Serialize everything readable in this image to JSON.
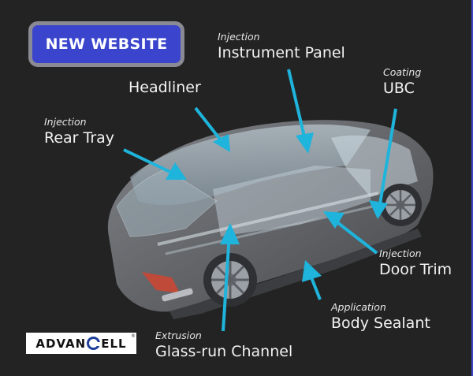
{
  "banner": {
    "new_website_label": "NEW WEBSITE"
  },
  "colors": {
    "background": "#232323",
    "button_fill": "#3a44cc",
    "button_border": "#8a8a94",
    "arrow": "#1fb4dc",
    "text": "#f2f2f2",
    "logo_accent": "#1d3d9a"
  },
  "labels": [
    {
      "id": "instrument-panel",
      "process": "Injection",
      "part": "Instrument Panel"
    },
    {
      "id": "headliner",
      "process": "",
      "part": "Headliner"
    },
    {
      "id": "ubc",
      "process": "Coating",
      "part": "UBC"
    },
    {
      "id": "rear-tray",
      "process": "Injection",
      "part": "Rear Tray"
    },
    {
      "id": "door-trim",
      "process": "Injection",
      "part": "Door Trim"
    },
    {
      "id": "body-sealant",
      "process": "Application",
      "part": "Body Sealant"
    },
    {
      "id": "glass-run-channel",
      "process": "Extrusion",
      "part": "Glass-run Channel"
    }
  ],
  "logo": {
    "text_left": "ADVAN",
    "text_right": "ELL",
    "reg": "®"
  },
  "illustration": {
    "subject": "car-xray-cutaway",
    "icon": "car-icon"
  }
}
